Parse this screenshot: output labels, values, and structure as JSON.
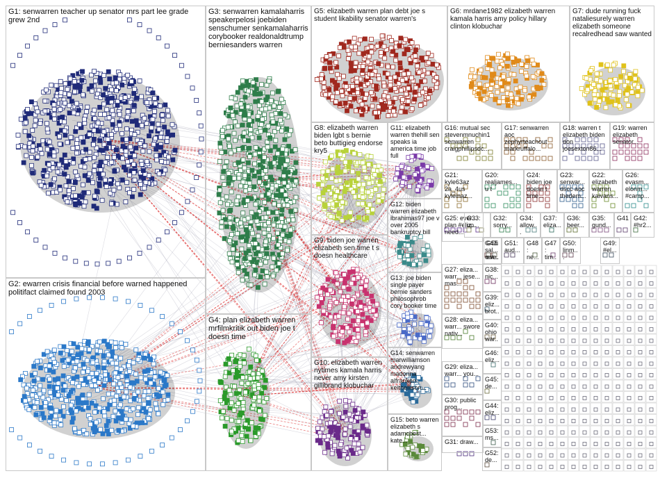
{
  "groups": [
    {
      "id": "G1",
      "label": "G1: senwarren teacher up senator mrs part lee grade grew 2nd",
      "color": "#1f2a78"
    },
    {
      "id": "G2",
      "label": "G2: ewarren crisis financial before warned happened politifact claimed found 2003",
      "color": "#2b78c8"
    },
    {
      "id": "G3",
      "label": "G3: senwarren kamalaharris speakerpelosi joebiden senschumer senkamalaharris corybooker realdonaldtrump berniesanders warren",
      "color": "#2e7d4a"
    },
    {
      "id": "G4",
      "label": "G4: plan elizabeth warren mrfilmkritik out biden joe t doesn time",
      "color": "#2a9a2a"
    },
    {
      "id": "G5",
      "label": "G5: elizabeth warren plan debt joe s student likability senator warren's",
      "color": "#a0281e"
    },
    {
      "id": "G6",
      "label": "G6: mrdane1982 elizabeth warren kamala harris amy policy hillary clinton klobuchar",
      "color": "#e08a1a"
    },
    {
      "id": "G7",
      "label": "G7: dude running fuck nataliesurely warren elizabeth someone recalredhead saw wanted",
      "color": "#e0c21a"
    },
    {
      "id": "G8",
      "label": "G8: elizabeth warren biden lgbt s bernie beto buttigieg endorse kry5",
      "color": "#b8d23a"
    },
    {
      "id": "G9",
      "label": "G9: biden joe warren elizabeth sen time t s doesn healthcare",
      "color": "#c8326e"
    },
    {
      "id": "G10",
      "label": "G10: elizabeth warren nytimes kamala harris never amy kirsten gillibrand klobuchar",
      "color": "#6a2a8a"
    },
    {
      "id": "G11",
      "label": "G11: elizabeth warren thehill sen speaks ia america time job full",
      "color": "#7a3aa8"
    },
    {
      "id": "G12",
      "label": "G12: biden warren elizabeth ibrahimas97 joe v over 2005 bankruptcy bill",
      "color": "#3a8a8a"
    },
    {
      "id": "G13",
      "label": "G13: joe biden single payer bernie sanders philosophrob cory booker time",
      "color": "#4a6ac8"
    },
    {
      "id": "G14",
      "label": "G14: senwarren marwilliamson andrewyang madonna alfranken keithellison...",
      "color": "#2a6a9a"
    },
    {
      "id": "G15",
      "label": "G15: beto warren elizabeth s adamcbest... kate...",
      "color": "#5a8a3a"
    },
    {
      "id": "G16",
      "label": "G16: mutual sec stevenmnuchin1 senwarren craigphillipsdc...",
      "color": "#7a7a2a"
    },
    {
      "id": "G17",
      "label": "G17: senwarren aoc zephyrteachout markruffalo...",
      "color": "#8a5a2a"
    },
    {
      "id": "G18",
      "label": "G18: warren t elizabeth biden don joesexton86...",
      "color": "#5a5a8a"
    },
    {
      "id": "G19",
      "label": "G19: warren elizabeth senator...",
      "color": "#8a2a5a"
    },
    {
      "id": "G20",
      "label": "G20: realjames... u t",
      "color": "#2a8a5a"
    },
    {
      "id": "G21",
      "label": "G21: kyle63az 2a_4us kyleinaz...",
      "color": "#8a6a2a"
    },
    {
      "id": "G22",
      "label": "G22: elizabeth warren kaivans...",
      "color": "#6a8a2a"
    },
    {
      "id": "G23",
      "label": "G23: senwar... dscc aoc thedem...",
      "color": "#2a5a8a"
    },
    {
      "id": "G24",
      "label": "G24: biden joe doesn t time...",
      "color": "#8a2a2a"
    },
    {
      "id": "G25",
      "label": "G25: ever... plan #eliz... need...",
      "color": "#5a2a8a"
    },
    {
      "id": "G26",
      "label": "G26: evasm... elonm... #camp...",
      "color": "#2a8a8a"
    },
    {
      "id": "G27",
      "label": "G27: eliza... warr... jese... mas...",
      "color": "#7a4a2a"
    },
    {
      "id": "G28",
      "label": "G28: eliza... warr... swore nativ...",
      "color": "#4a7a2a"
    },
    {
      "id": "G29",
      "label": "G29: eliza... warr... you...",
      "color": "#2a4a7a"
    },
    {
      "id": "G30",
      "label": "G30: public prog...",
      "color": "#7a2a4a"
    },
    {
      "id": "G31",
      "label": "G31: draw...",
      "color": "#4a2a7a"
    },
    {
      "id": "G32",
      "label": "G32: sorry...",
      "color": "#2a7a4a"
    },
    {
      "id": "G33",
      "label": "G33: up...",
      "color": "#7a7a4a"
    },
    {
      "id": "G34",
      "label": "G34: allow...",
      "color": "#4a7a7a"
    },
    {
      "id": "G35",
      "label": "G35: gund...",
      "color": "#7a4a7a"
    },
    {
      "id": "G36",
      "label": "G36: beer...",
      "color": "#5a6a2a"
    },
    {
      "id": "G37",
      "label": "G37: eliza...",
      "color": "#2a6a5a"
    },
    {
      "id": "G38",
      "label": "G38: nic...",
      "color": "#6a2a5a"
    },
    {
      "id": "G39",
      "label": "G39: eliz... brot...",
      "color": "#3a5a6a"
    },
    {
      "id": "G40",
      "label": "G40: ohio war...",
      "color": "#6a5a3a"
    },
    {
      "id": "G41",
      "label": "G41",
      "color": "#5a3a6a"
    },
    {
      "id": "G42",
      "label": "G42: #hr2...",
      "color": "#3a6a3a"
    },
    {
      "id": "G43",
      "label": "G43: sal... out...",
      "color": "#6a3a3a"
    },
    {
      "id": "G44",
      "label": "G44: eliz...",
      "color": "#3a3a6a"
    },
    {
      "id": "G45",
      "label": "G45: de...",
      "color": "#6a6a3a"
    },
    {
      "id": "G46",
      "label": "G46: eliz...",
      "color": "#3a6a6a"
    },
    {
      "id": "G47",
      "label": "G47: tim...",
      "color": "#6a3a6a"
    },
    {
      "id": "G48",
      "label": "G48: ne...",
      "color": "#4a5a3a"
    },
    {
      "id": "G49",
      "label": "G49: #el...",
      "color": "#3a4a5a"
    },
    {
      "id": "G50",
      "label": "G50: linm...",
      "color": "#5a3a4a"
    },
    {
      "id": "G51",
      "label": "G51: aud...",
      "color": "#4a3a5a"
    },
    {
      "id": "G52",
      "label": "G52: de...",
      "color": "#5a4a3a"
    },
    {
      "id": "G53",
      "label": "G53: ms...",
      "color": "#3a5a4a"
    },
    {
      "id": "G54",
      "label": "G54: aud...",
      "color": "#4a4a5a"
    },
    {
      "id": "G55",
      "label": "G55: eve...",
      "color": "#5a5a4a"
    }
  ]
}
